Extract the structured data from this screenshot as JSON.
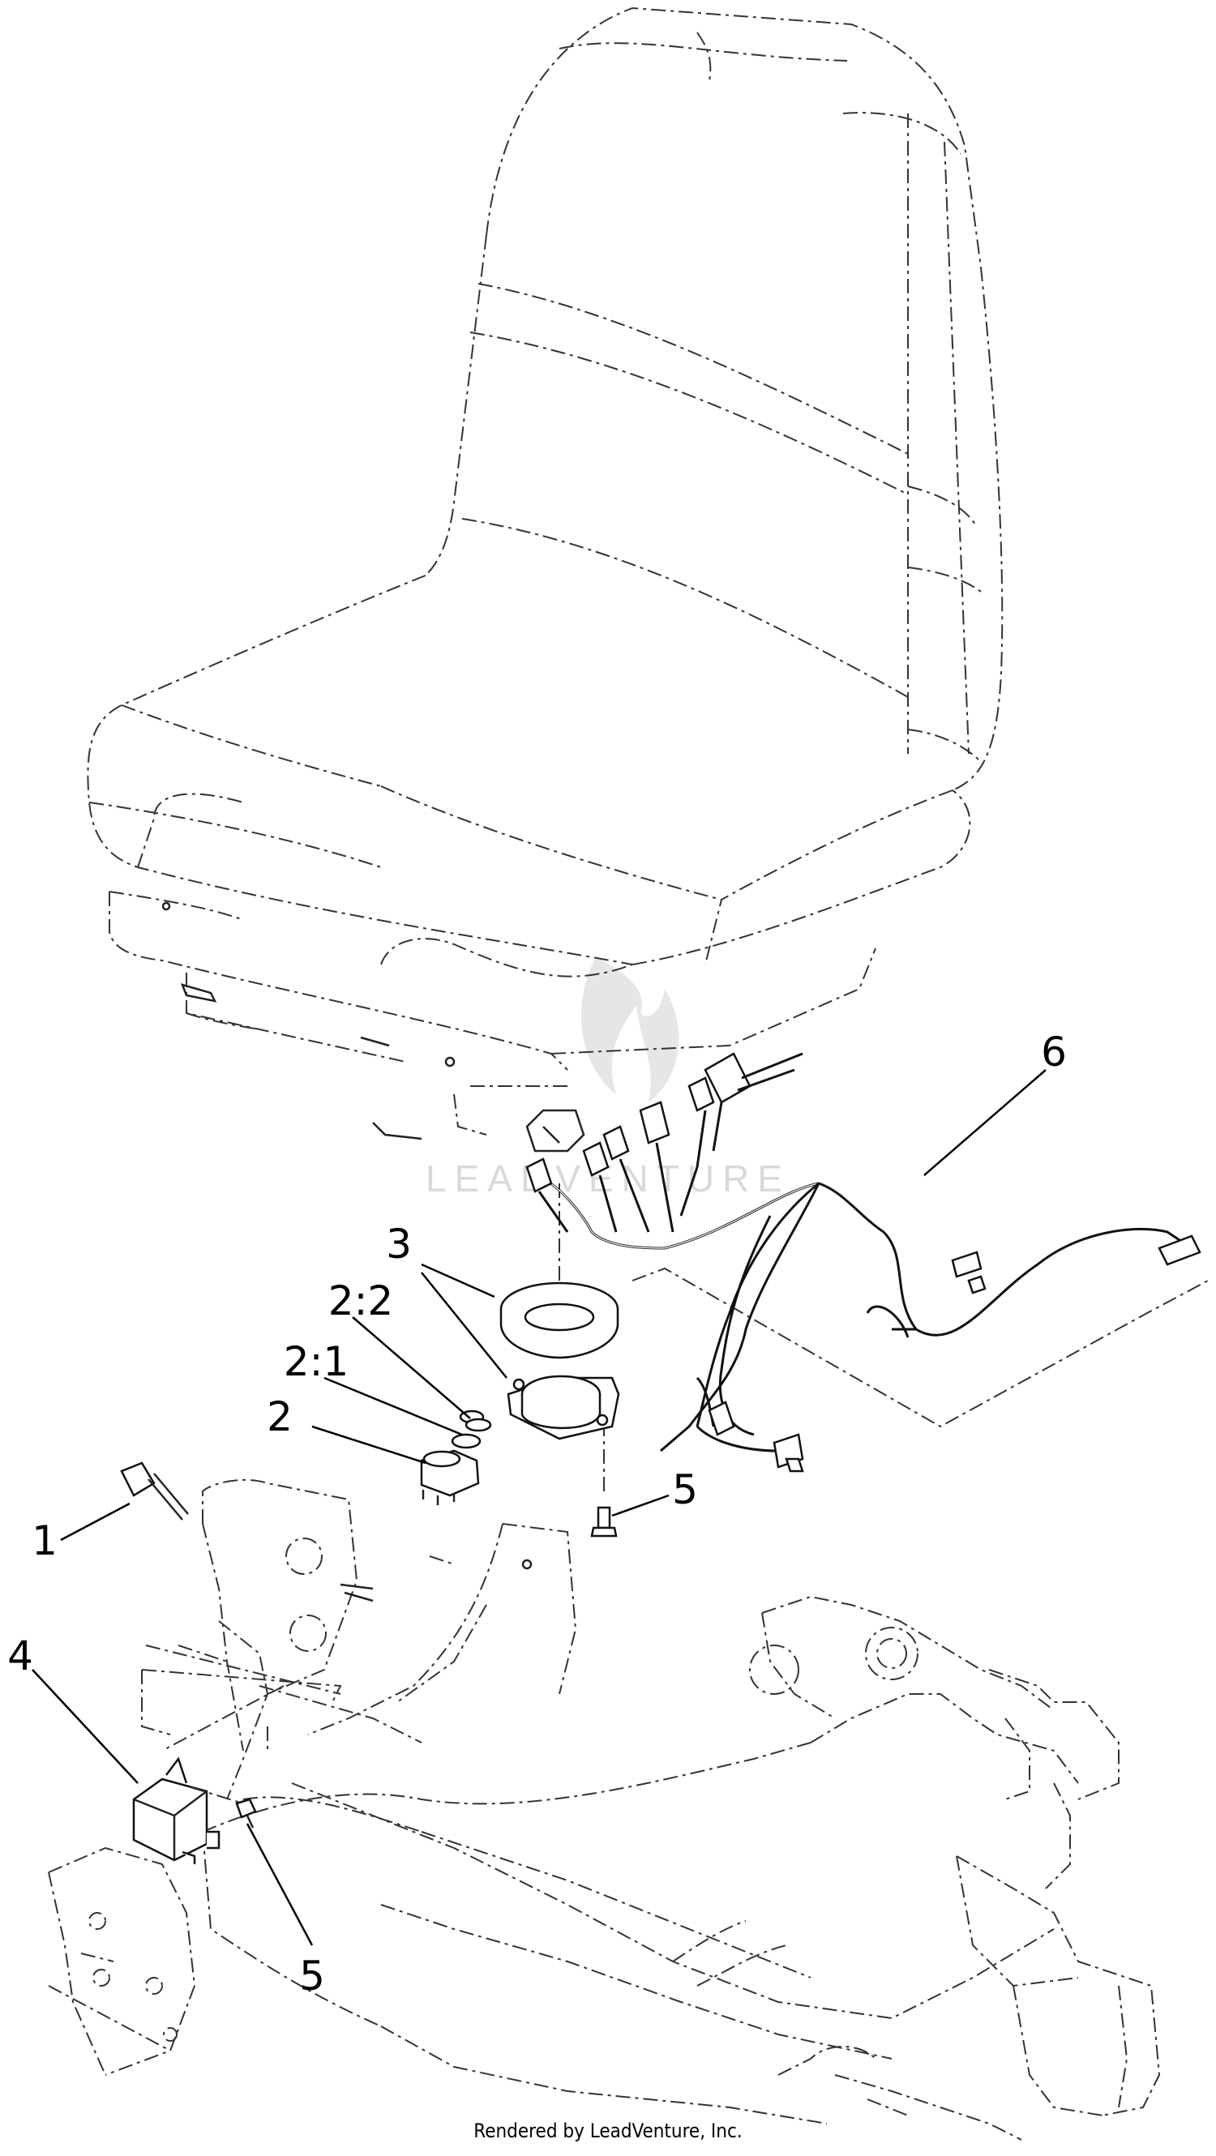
{
  "diagram": {
    "callouts": {
      "c1": "1",
      "c2": "2",
      "c2_1": "2:1",
      "c2_2": "2:2",
      "c3": "3",
      "c4": "4",
      "c5a": "5",
      "c5b": "5",
      "c6": "6"
    },
    "watermark": "LEADVENTURE",
    "footer": "Rendered by LeadVenture, Inc."
  }
}
